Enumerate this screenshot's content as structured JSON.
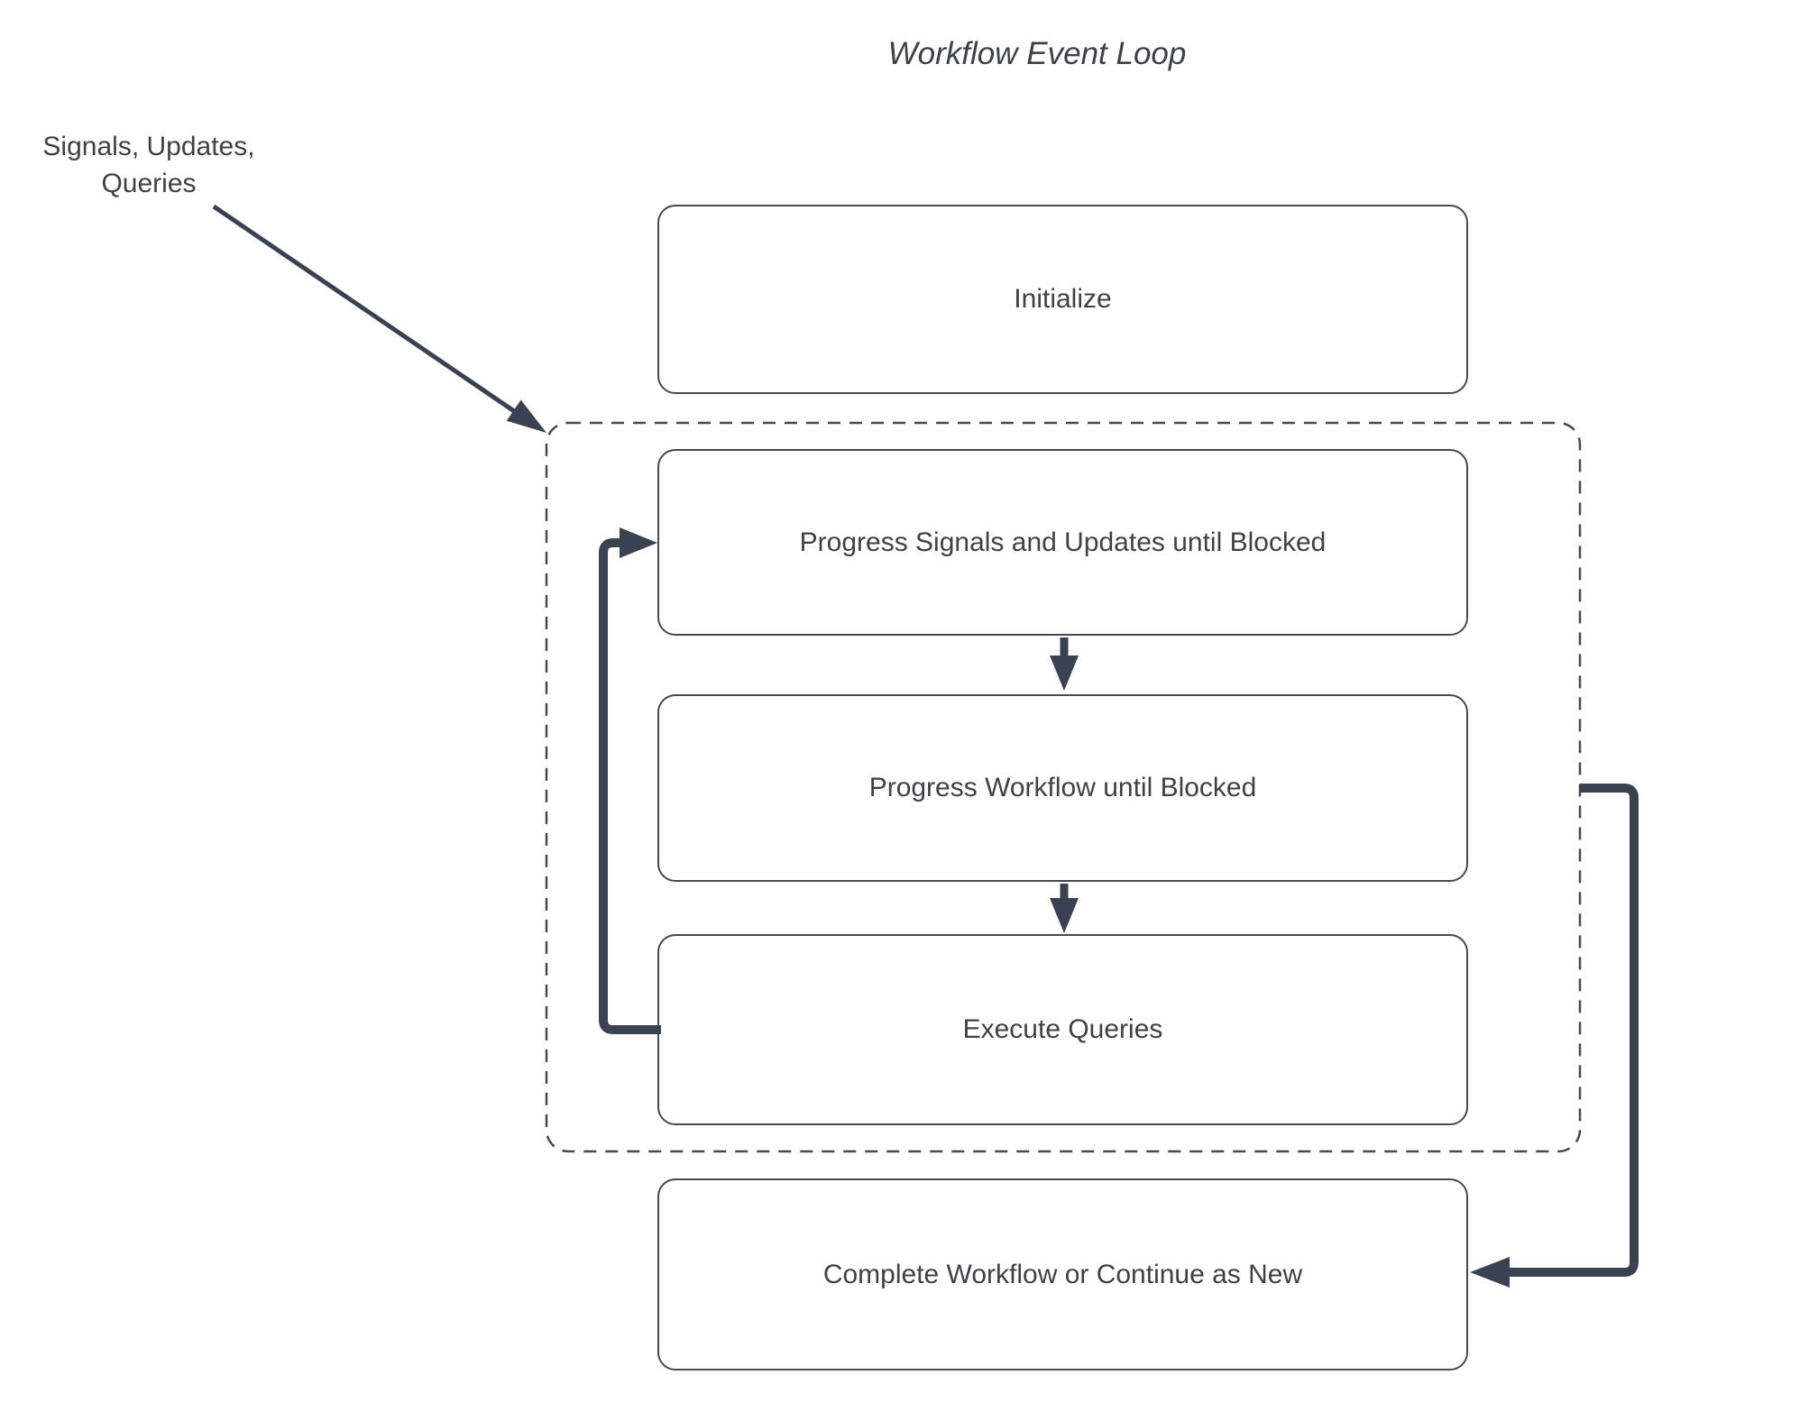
{
  "title": "Workflow Event Loop",
  "annotation": {
    "line1": "Signals, Updates,",
    "line2": "Queries"
  },
  "nodes": {
    "initialize": {
      "label": "Initialize"
    },
    "progress_signals": {
      "label": "Progress Signals and Updates until Blocked"
    },
    "progress_workflow": {
      "label": "Progress Workflow until Blocked"
    },
    "execute_queries": {
      "label": "Execute Queries"
    },
    "complete": {
      "label": "Complete Workflow or Continue as New"
    }
  },
  "colors": {
    "background": "#ffffff",
    "text": "#3f4144",
    "box-border": "#46494e",
    "dashed-border": "#46494e",
    "connector": "#3a4150"
  }
}
